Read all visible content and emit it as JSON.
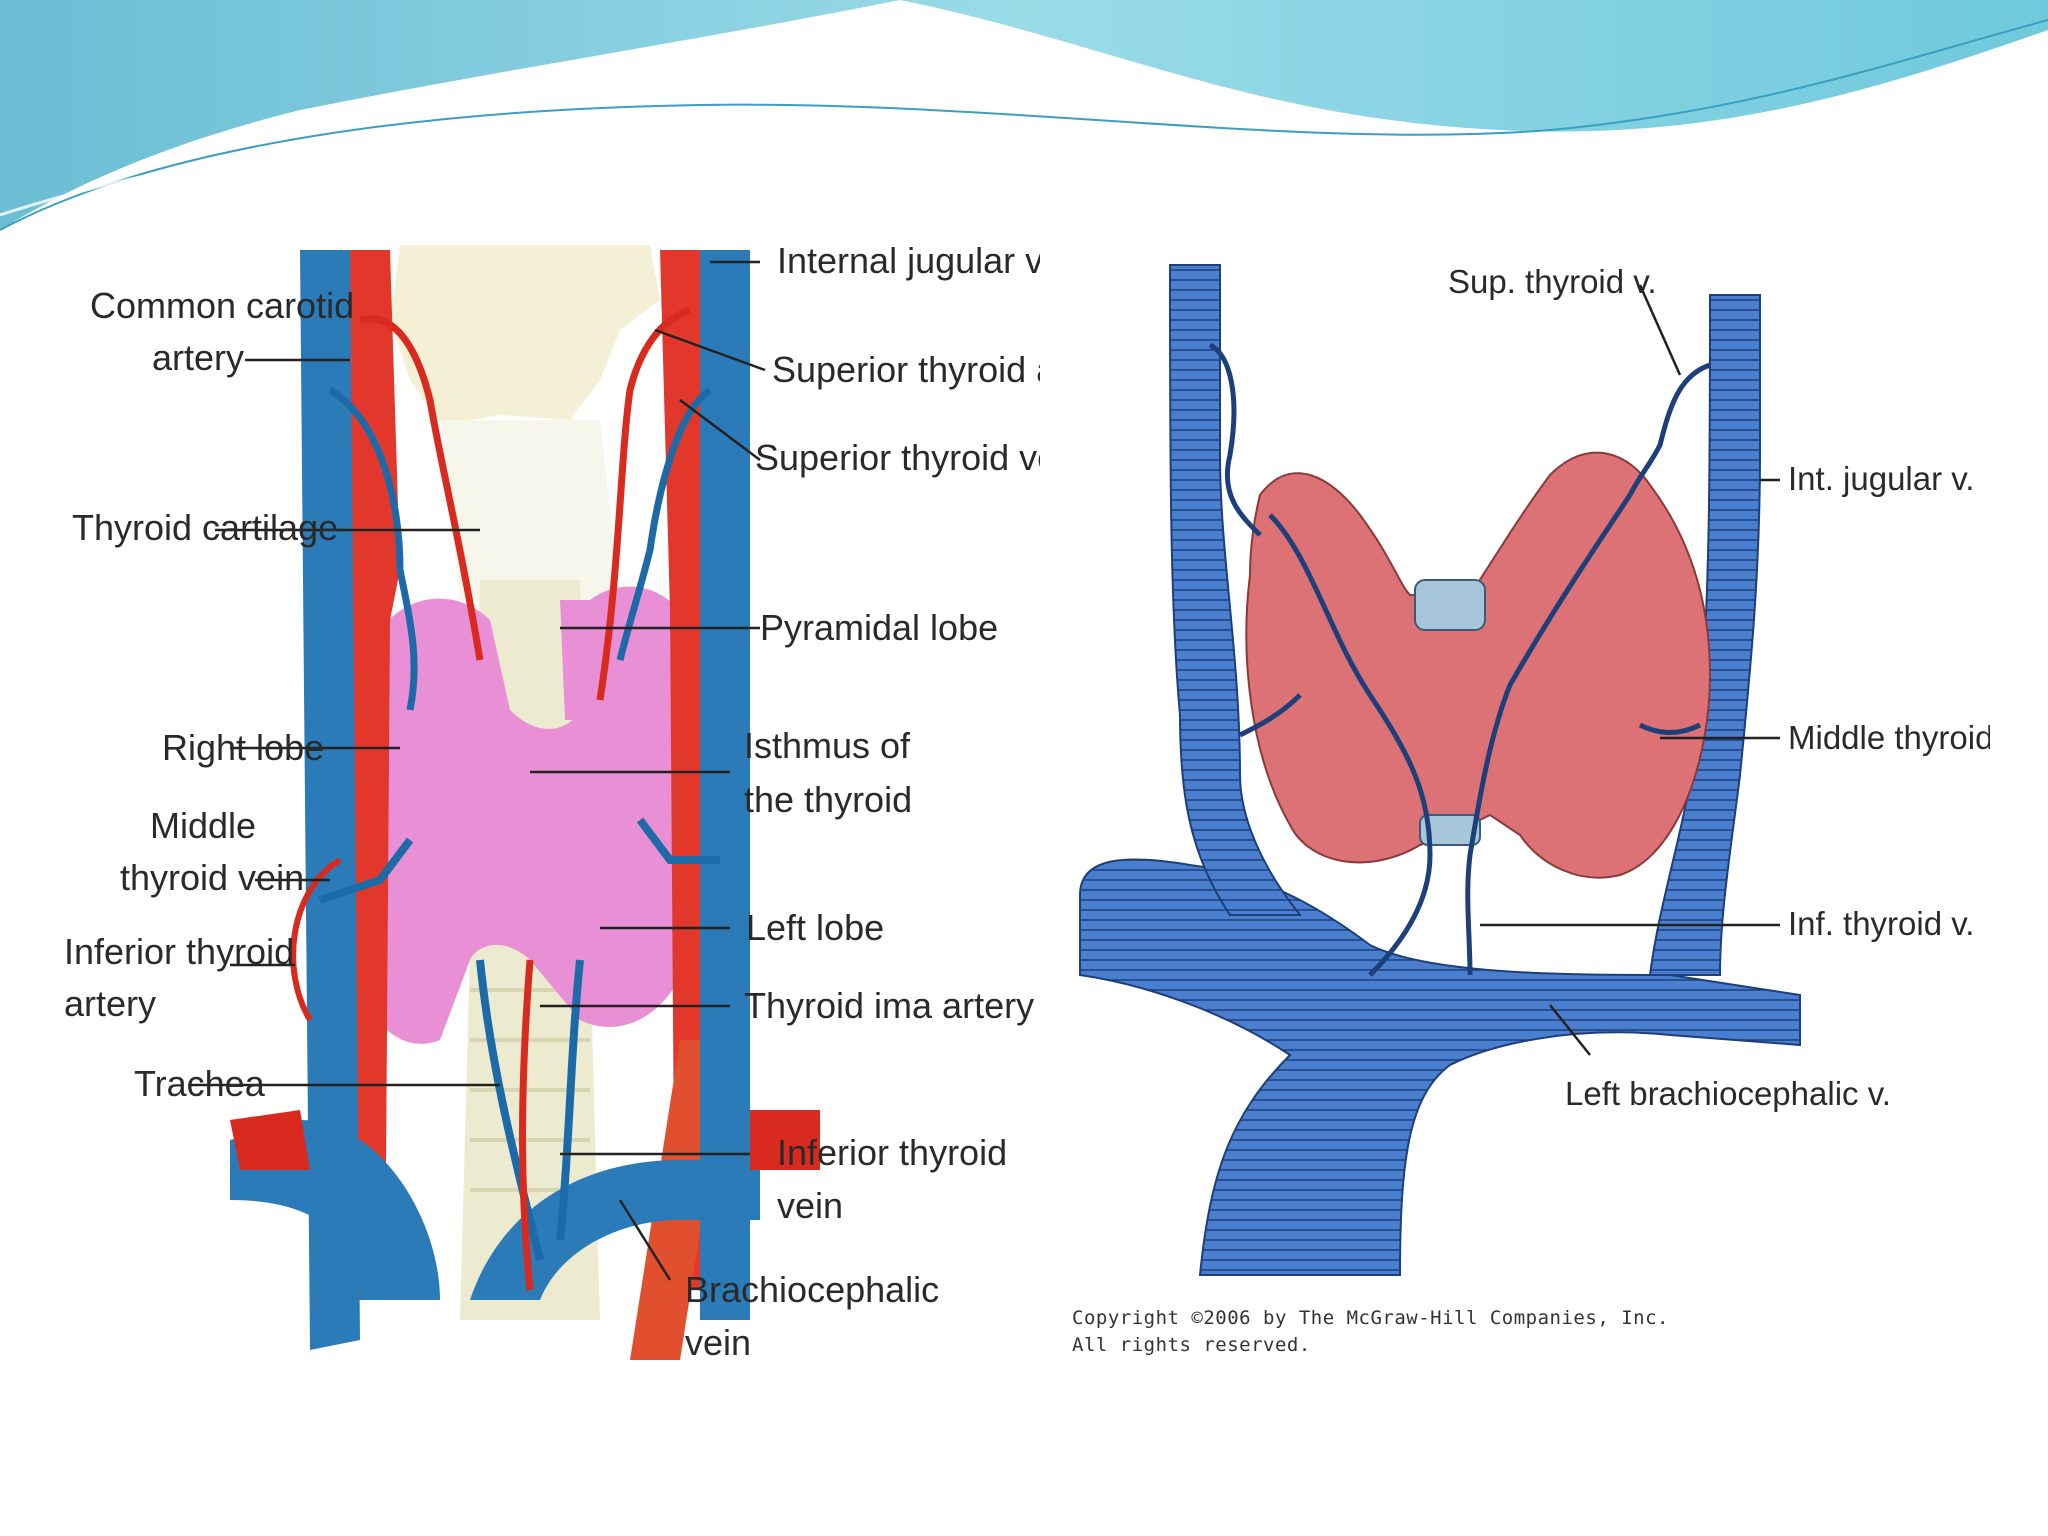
{
  "left_diagram": {
    "labels": {
      "internal_jugular_vein": "Internal jugular vein",
      "common_carotid_1": "Common carotid",
      "common_carotid_2": "artery",
      "superior_thyroid_artery": "Superior thyroid artery",
      "superior_thyroid_vein": "Superior thyroid vein",
      "thyroid_cartilage": "Thyroid cartilage",
      "pyramidal_lobe": "Pyramidal lobe",
      "right_lobe": "Right lobe",
      "isthmus_1": "Isthmus of",
      "isthmus_2": "the thyroid",
      "middle_thyroid_vein_1": "Middle",
      "middle_thyroid_vein_2": "thyroid vein",
      "left_lobe": "Left lobe",
      "inferior_thyroid_artery_1": "Inferior thyroid",
      "inferior_thyroid_artery_2": "artery",
      "thyroid_ima_artery": "Thyroid ima artery",
      "trachea": "Trachea",
      "inferior_thyroid_vein_1": "Inferior thyroid",
      "inferior_thyroid_vein_2": "vein",
      "brachiocephalic_vein_1": "Brachiocephalic",
      "brachiocephalic_vein_2": "vein"
    }
  },
  "right_diagram": {
    "labels": {
      "sup_thyroid_v": "Sup. thyroid v.",
      "int_jugular_v": "Int. jugular v.",
      "middle_thyroid_v": "Middle thyroid v.",
      "inf_thyroid_v": "Inf. thyroid v.",
      "left_brachiocephalic_v": "Left brachiocephalic v."
    },
    "copyright_1": "Copyright ©2006 by The McGraw-Hill Companies, Inc.",
    "copyright_2": "All rights reserved."
  },
  "colors": {
    "vein_blue": "#2a7bb8",
    "artery_red": "#e2382b",
    "thyroid_pink": "#e98fd6",
    "thyroid_salmon": "#dc7276",
    "vein_blue_light": "#4a7fd0",
    "wave_teal": "#7ccfe0"
  }
}
